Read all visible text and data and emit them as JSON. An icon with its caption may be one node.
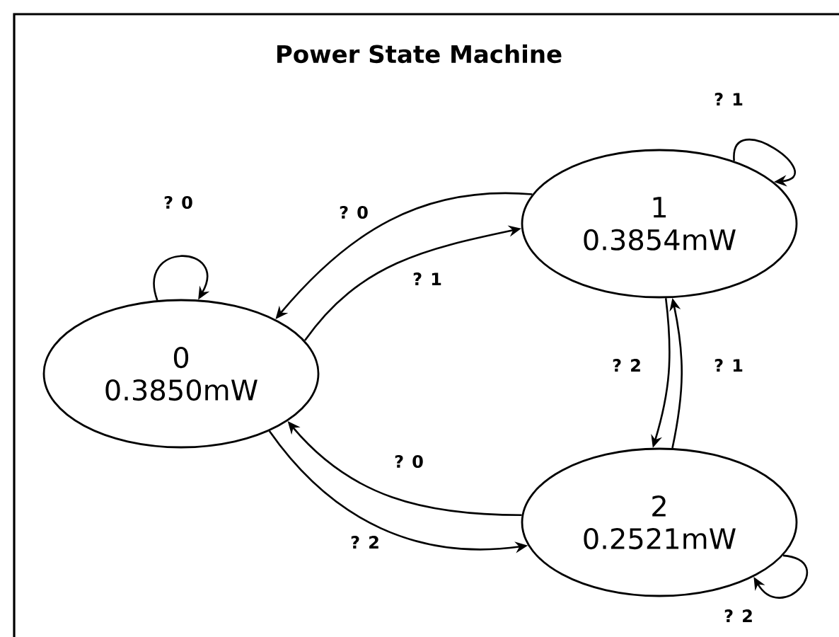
{
  "diagram": {
    "title": "Power State Machine",
    "nodes": [
      {
        "text": [
          "0",
          "0.3850mW"
        ]
      },
      {
        "text": [
          "1",
          "0.3854mW"
        ]
      },
      {
        "text": [
          "2",
          "0.2521mW"
        ]
      }
    ],
    "edges": [
      {
        "from": 0,
        "to": 0,
        "arrow": "to",
        "label": "? 0"
      },
      {
        "from": 1,
        "to": 0,
        "arrow": "to",
        "label": "? 0"
      },
      {
        "from": 0,
        "to": 1,
        "arrow": "to",
        "label": "? 1"
      },
      {
        "from": 1,
        "to": 1,
        "arrow": "to",
        "label": "? 1"
      },
      {
        "from": 1,
        "to": 2,
        "arrow": "to",
        "label": "? 2"
      },
      {
        "from": 2,
        "to": 1,
        "arrow": "to",
        "label": "? 1"
      },
      {
        "from": 2,
        "to": 0,
        "arrow": "to",
        "label": "? 0"
      },
      {
        "from": 0,
        "to": 2,
        "arrow": "to",
        "label": "? 2"
      },
      {
        "from": 2,
        "to": 2,
        "arrow": "to",
        "label": "? 2"
      }
    ]
  }
}
